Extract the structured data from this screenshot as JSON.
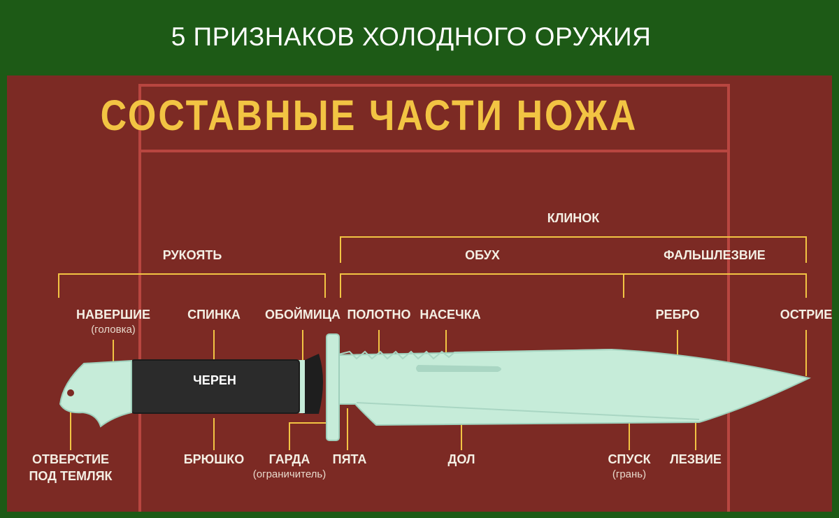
{
  "header": {
    "title": "5 ПРИЗНАКОВ ХОЛОДНОГО ОРУЖИЯ"
  },
  "diagram": {
    "title": "СОСТАВНЫЕ ЧАСТИ НОЖА",
    "groups": {
      "klinok": "КЛИНОК",
      "rukoyat": "РУКОЯТЬ",
      "obuh": "ОБУХ",
      "falshlezvie": "ФАЛЬШЛЕЗВИЕ"
    },
    "top_labels": {
      "navershie": "НАВЕРШИЕ",
      "navershie_sub": "(головка)",
      "spinka": "СПИНКА",
      "oboymica": "ОБОЙМИЦА",
      "polotno": "ПОЛОТНО",
      "nasechka": "НАСЕЧКА",
      "rebro": "РЕБРО",
      "ostrie": "ОСТРИЕ"
    },
    "handle_label": "ЧЕРЕН",
    "bottom_labels": {
      "otverstie_1": "ОТВЕРСТИЕ",
      "otverstie_2": "ПОД ТЕМЛЯК",
      "bryushko": "БРЮШКО",
      "garda": "ГАРДА",
      "garda_sub": "(ограничитель)",
      "pyata": "ПЯТА",
      "dol": "ДОЛ",
      "spusk": "СПУСК",
      "spusk_sub": "(грань)",
      "lezvie": "ЛЕЗВИЕ"
    },
    "colors": {
      "header_bg": "#1d5a16",
      "panel_bg": "#7c2a24",
      "accent_line": "#f2c443",
      "frame_line": "#b84640",
      "blade": "#c6ecd9",
      "handle": "#2b2b2b"
    }
  }
}
